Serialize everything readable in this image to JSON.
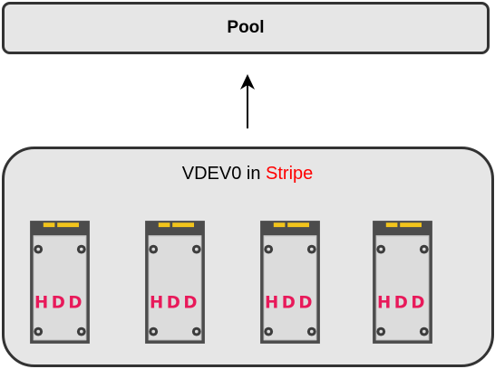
{
  "pool": {
    "label": "Pool"
  },
  "vdev": {
    "name": "VDEV0",
    "connector": " in ",
    "mode": "Stripe",
    "mode_color": "#ff0000",
    "drives": [
      {
        "label": "HDD",
        "icon": "hdd-icon"
      },
      {
        "label": "HDD",
        "icon": "hdd-icon"
      },
      {
        "label": "HDD",
        "icon": "hdd-icon"
      },
      {
        "label": "HDD",
        "icon": "hdd-icon"
      }
    ]
  },
  "colors": {
    "box_fill": "#e6e6e6",
    "box_border": "#333333",
    "drive_label": "#e8195a",
    "connector_strip": "#f2c41b"
  }
}
